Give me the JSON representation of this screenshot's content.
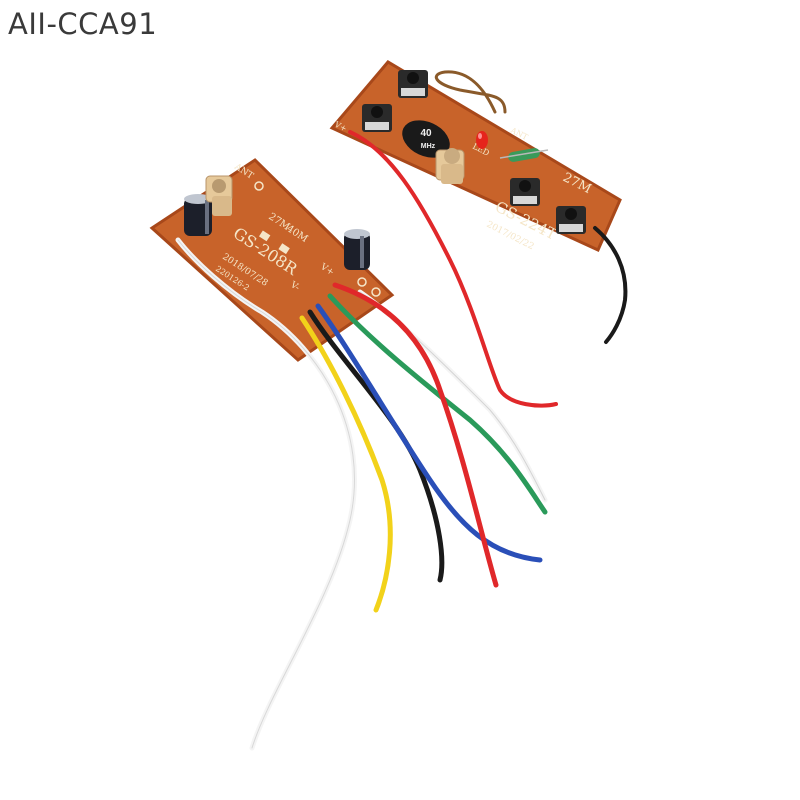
{
  "watermark": {
    "text": "AII-CCA91"
  },
  "receiver_board": {
    "model": "GS-208R",
    "date": "2018/07/28",
    "freq_a": "27M",
    "freq_b": "40M",
    "ant_label": "ANT",
    "vplus_label": "V+",
    "vminus_label": "V-",
    "code": "220126-2"
  },
  "transmitter_board": {
    "model": "GS-224T",
    "date": "2017/02/22",
    "freq": "27M",
    "crystal_top": "40",
    "crystal_bottom": "MHz",
    "led_label": "LED",
    "ant_label": "ANT",
    "vplus_label": "V+"
  },
  "colors": {
    "pcb": "#c8632a",
    "pcb_edge": "#a8481a",
    "wire_red": "#e0282a",
    "wire_black": "#1a1a1a",
    "wire_white": "#f2f2f2",
    "wire_yellow": "#f2d21a",
    "wire_blue": "#2a4fb8",
    "wire_green": "#2a9a5a"
  }
}
